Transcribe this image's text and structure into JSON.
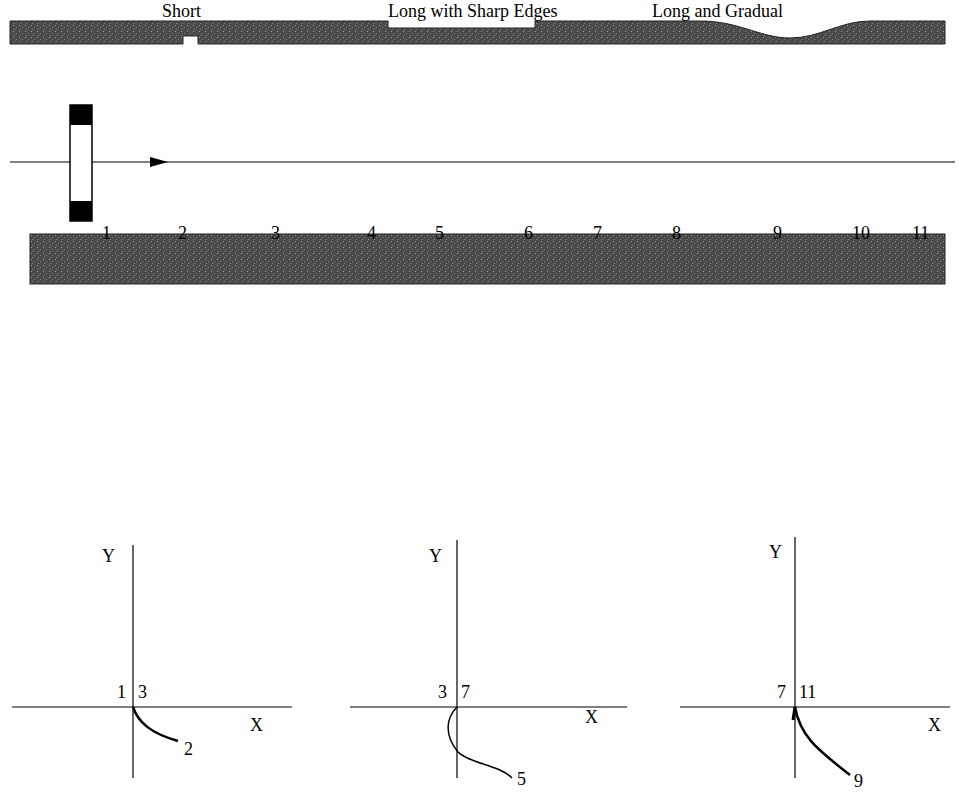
{
  "diagram": {
    "labels": [
      "Short",
      "Long with Sharp Edges",
      "Long and Gradual",
      "1",
      "2",
      "3",
      "4",
      "5",
      "6",
      "7",
      "8",
      "9",
      "10",
      "11",
      "Y",
      "1",
      "3",
      "X",
      "2",
      "Y",
      "3",
      "7",
      "X",
      "5",
      "Y",
      "7",
      "11",
      "X",
      "9"
    ]
  }
}
